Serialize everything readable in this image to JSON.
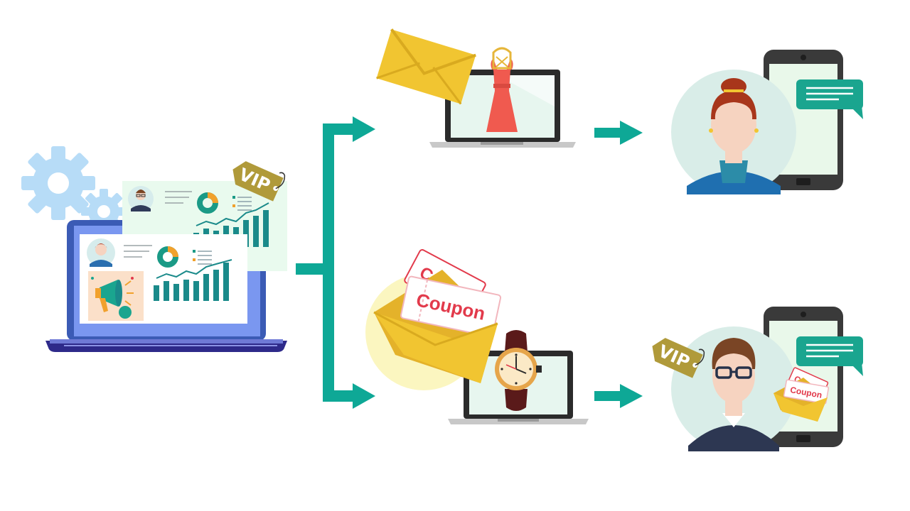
{
  "labels": {
    "vip_tag_dashboard": "VIP",
    "vip_tag_customer": "VIP",
    "coupon_large": "Coupon",
    "coupon_back": "Cou",
    "coupon_small": "Coupon",
    "coupon_small_back": "Cou"
  },
  "icons": {
    "gear": "gear-icon",
    "megaphone": "megaphone-icon",
    "envelope": "envelope-icon",
    "dress": "dress-icon",
    "watch": "wristwatch-icon",
    "chat": "chat-bubble-icon",
    "smartphone": "smartphone-icon"
  },
  "colors": {
    "teal": "#0ea896",
    "gear_blue": "#b7dcf7",
    "laptop_blue": "#3b5bb5",
    "laptop_base": "#2e2a8a",
    "envelope_yellow": "#f1c531",
    "coupon_red": "#e23a4b",
    "vip_gold": "#b09a3a",
    "dress_red": "#f05a4f",
    "avatar_bg": "#d9ede8",
    "phone_dark": "#3a3a3a",
    "phone_screen": "#e9f8ea"
  }
}
